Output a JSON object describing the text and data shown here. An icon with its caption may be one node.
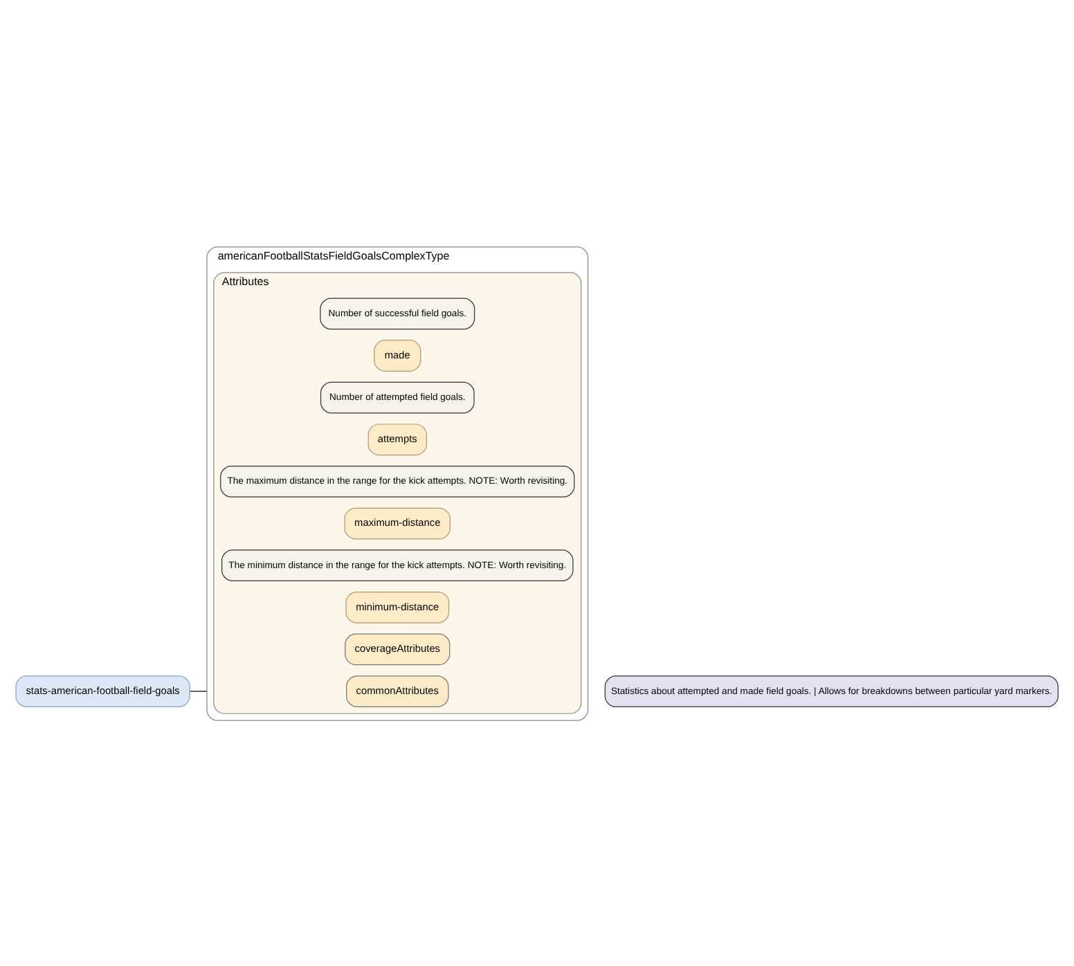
{
  "diagram": {
    "nodes": [
      {
        "text": [
          "stats-american-football-field-goals"
        ]
      },
      {
        "text": [
          "americanFootballStatsFieldGoalsComplexType"
        ],
        "beside": [
          "Statistics about attempted and made field goals. | Allows for breakdowns between particular yard markers."
        ]
      },
      {
        "text": [
          "Attributes"
        ],
        "in": 1
      },
      {
        "text": [
          "commonAttributes"
        ],
        "in": 2
      },
      {
        "text": [
          "coverageAttributes"
        ],
        "in": 2
      },
      {
        "text": [
          "minimum-distance"
        ],
        "in": 2,
        "beside": [
          "The minimum distance in the range for the kick attempts. NOTE: Worth revisiting."
        ]
      },
      {
        "text": [
          "maximum-distance"
        ],
        "in": 2,
        "beside": [
          "The maximum distance in the range for the kick attempts. NOTE: Worth revisiting."
        ]
      },
      {
        "text": [
          "attempts"
        ],
        "in": 2,
        "beside": [
          "Number of attempted field goals."
        ]
      },
      {
        "text": [
          "made"
        ],
        "in": 2,
        "beside": [
          "Number of successful field goals."
        ]
      }
    ],
    "edges": [
      {
        "from": 0,
        "to": 1,
        "arrow": "none"
      }
    ]
  }
}
